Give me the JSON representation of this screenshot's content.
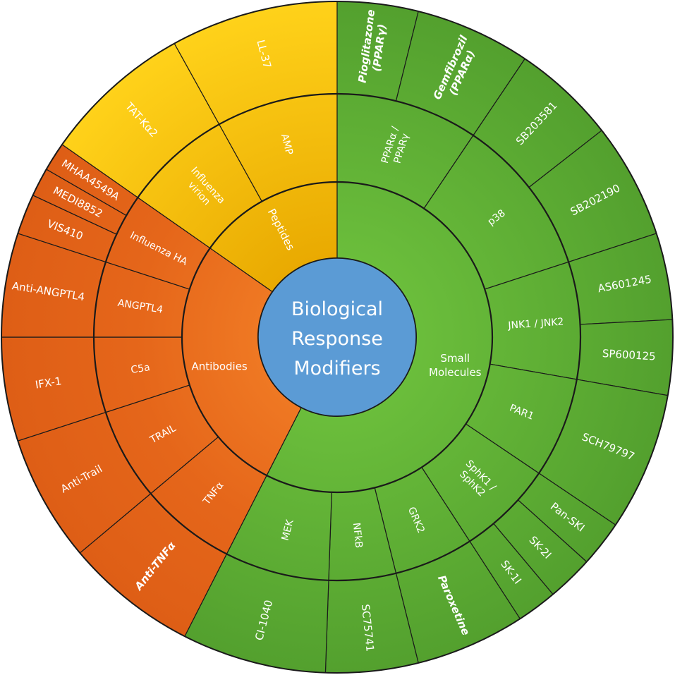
{
  "center": {
    "lines": [
      "Biological",
      "Response",
      "Modifiers"
    ],
    "color": "#5b9bd5"
  },
  "colors": {
    "peptides": "#f5c200",
    "peptides_light": "#ffd21a",
    "antibodies": "#e8671a",
    "antibodies_light": "#f47a22",
    "small_molecules": "#5aaa32",
    "small_molecules_light": "#6ec03e"
  },
  "categories": [
    {
      "id": "peptides",
      "label": "Peptides",
      "targets": [
        {
          "label": "Influenza virion",
          "lines": [
            "Influenza",
            "virion"
          ],
          "drugs": [
            {
              "label": "TAT-Kα2"
            }
          ]
        },
        {
          "label": "AMP",
          "lines": [
            "AMP"
          ],
          "drugs": [
            {
              "label": "LL-37"
            }
          ]
        }
      ]
    },
    {
      "id": "small_molecules",
      "label": "Small Molecules",
      "lines": [
        "Small",
        "Molecules"
      ],
      "targets": [
        {
          "label": "PPARα / PPARγ",
          "lines": [
            "PPARα /",
            "PPARγ"
          ],
          "drugs": [
            {
              "label": "Pioglitazone (PPARγ)",
              "lines": [
                "Pioglitazone",
                "(PPARγ)"
              ],
              "emphasis": true
            },
            {
              "label": "Gemfibrozil (PPARα)",
              "lines": [
                "Gemfibrozil",
                "(PPARα)"
              ],
              "emphasis": true
            }
          ]
        },
        {
          "label": "p38",
          "lines": [
            "p38"
          ],
          "drugs": [
            {
              "label": "SB203581"
            },
            {
              "label": "SB202190"
            }
          ]
        },
        {
          "label": "JNK1 / JNK2",
          "lines": [
            "JNK1 / JNK2"
          ],
          "drugs": [
            {
              "label": "AS601245"
            },
            {
              "label": "SP600125"
            }
          ]
        },
        {
          "label": "PAR1",
          "lines": [
            "PAR1"
          ],
          "drugs": [
            {
              "label": "SCH79797"
            }
          ]
        },
        {
          "label": "SphK1 / SphK2",
          "lines": [
            "SphK1 /",
            "SphK2"
          ],
          "drugs": [
            {
              "label": "Pan-SKI"
            },
            {
              "label": "SK-2I"
            },
            {
              "label": "SK-1I"
            }
          ]
        },
        {
          "label": "GRK2",
          "lines": [
            "GRK2"
          ],
          "drugs": [
            {
              "label": "Paroxetine",
              "emphasis": true
            }
          ]
        },
        {
          "label": "NFkB",
          "lines": [
            "NFkB"
          ],
          "drugs": [
            {
              "label": "SC75741"
            }
          ]
        },
        {
          "label": "MEK",
          "lines": [
            "MEK"
          ],
          "drugs": [
            {
              "label": "CI-1040"
            }
          ]
        }
      ]
    },
    {
      "id": "antibodies",
      "label": "Antibodies",
      "targets": [
        {
          "label": "TNFα",
          "lines": [
            "TNFα"
          ],
          "drugs": [
            {
              "label": "Anti-TNFα",
              "emphasis": true
            }
          ]
        },
        {
          "label": "TRAIL",
          "lines": [
            "TRAIL"
          ],
          "drugs": [
            {
              "label": "Anti-Trail"
            }
          ]
        },
        {
          "label": "C5a",
          "lines": [
            "C5a"
          ],
          "drugs": [
            {
              "label": "IFX-1"
            }
          ]
        },
        {
          "label": "ANGPTL4",
          "lines": [
            "ANGPTL4"
          ],
          "drugs": [
            {
              "label": "Anti-ANGPTL4"
            }
          ]
        },
        {
          "label": "Influenza HA",
          "lines": [
            "Influenza HA"
          ],
          "drugs": [
            {
              "label": "VIS410"
            },
            {
              "label": "MEDI8852"
            },
            {
              "label": "MHAA4549A"
            }
          ]
        }
      ]
    }
  ]
}
